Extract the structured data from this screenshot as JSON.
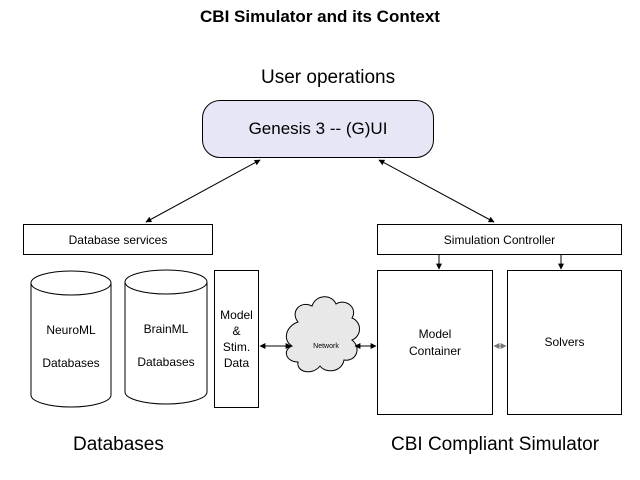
{
  "title": "CBI Simulator and its Context",
  "user_operations": "User operations",
  "gui": "Genesis 3 -- (G)UI",
  "database_services": "Database services",
  "simulation_controller": "Simulation Controller",
  "neuroml": {
    "name": "NeuroML",
    "sub": "Databases"
  },
  "brainml": {
    "name": "BrainML",
    "sub": "Databases"
  },
  "model_stim": {
    "line1": "Model",
    "line2": "&",
    "line3": "Stim.",
    "line4": "Data"
  },
  "network": "Network",
  "model_container": {
    "line1": "Model",
    "line2": "Container"
  },
  "solvers": "Solvers",
  "databases_heading": "Databases",
  "cbi_heading": "CBI Compliant Simulator"
}
